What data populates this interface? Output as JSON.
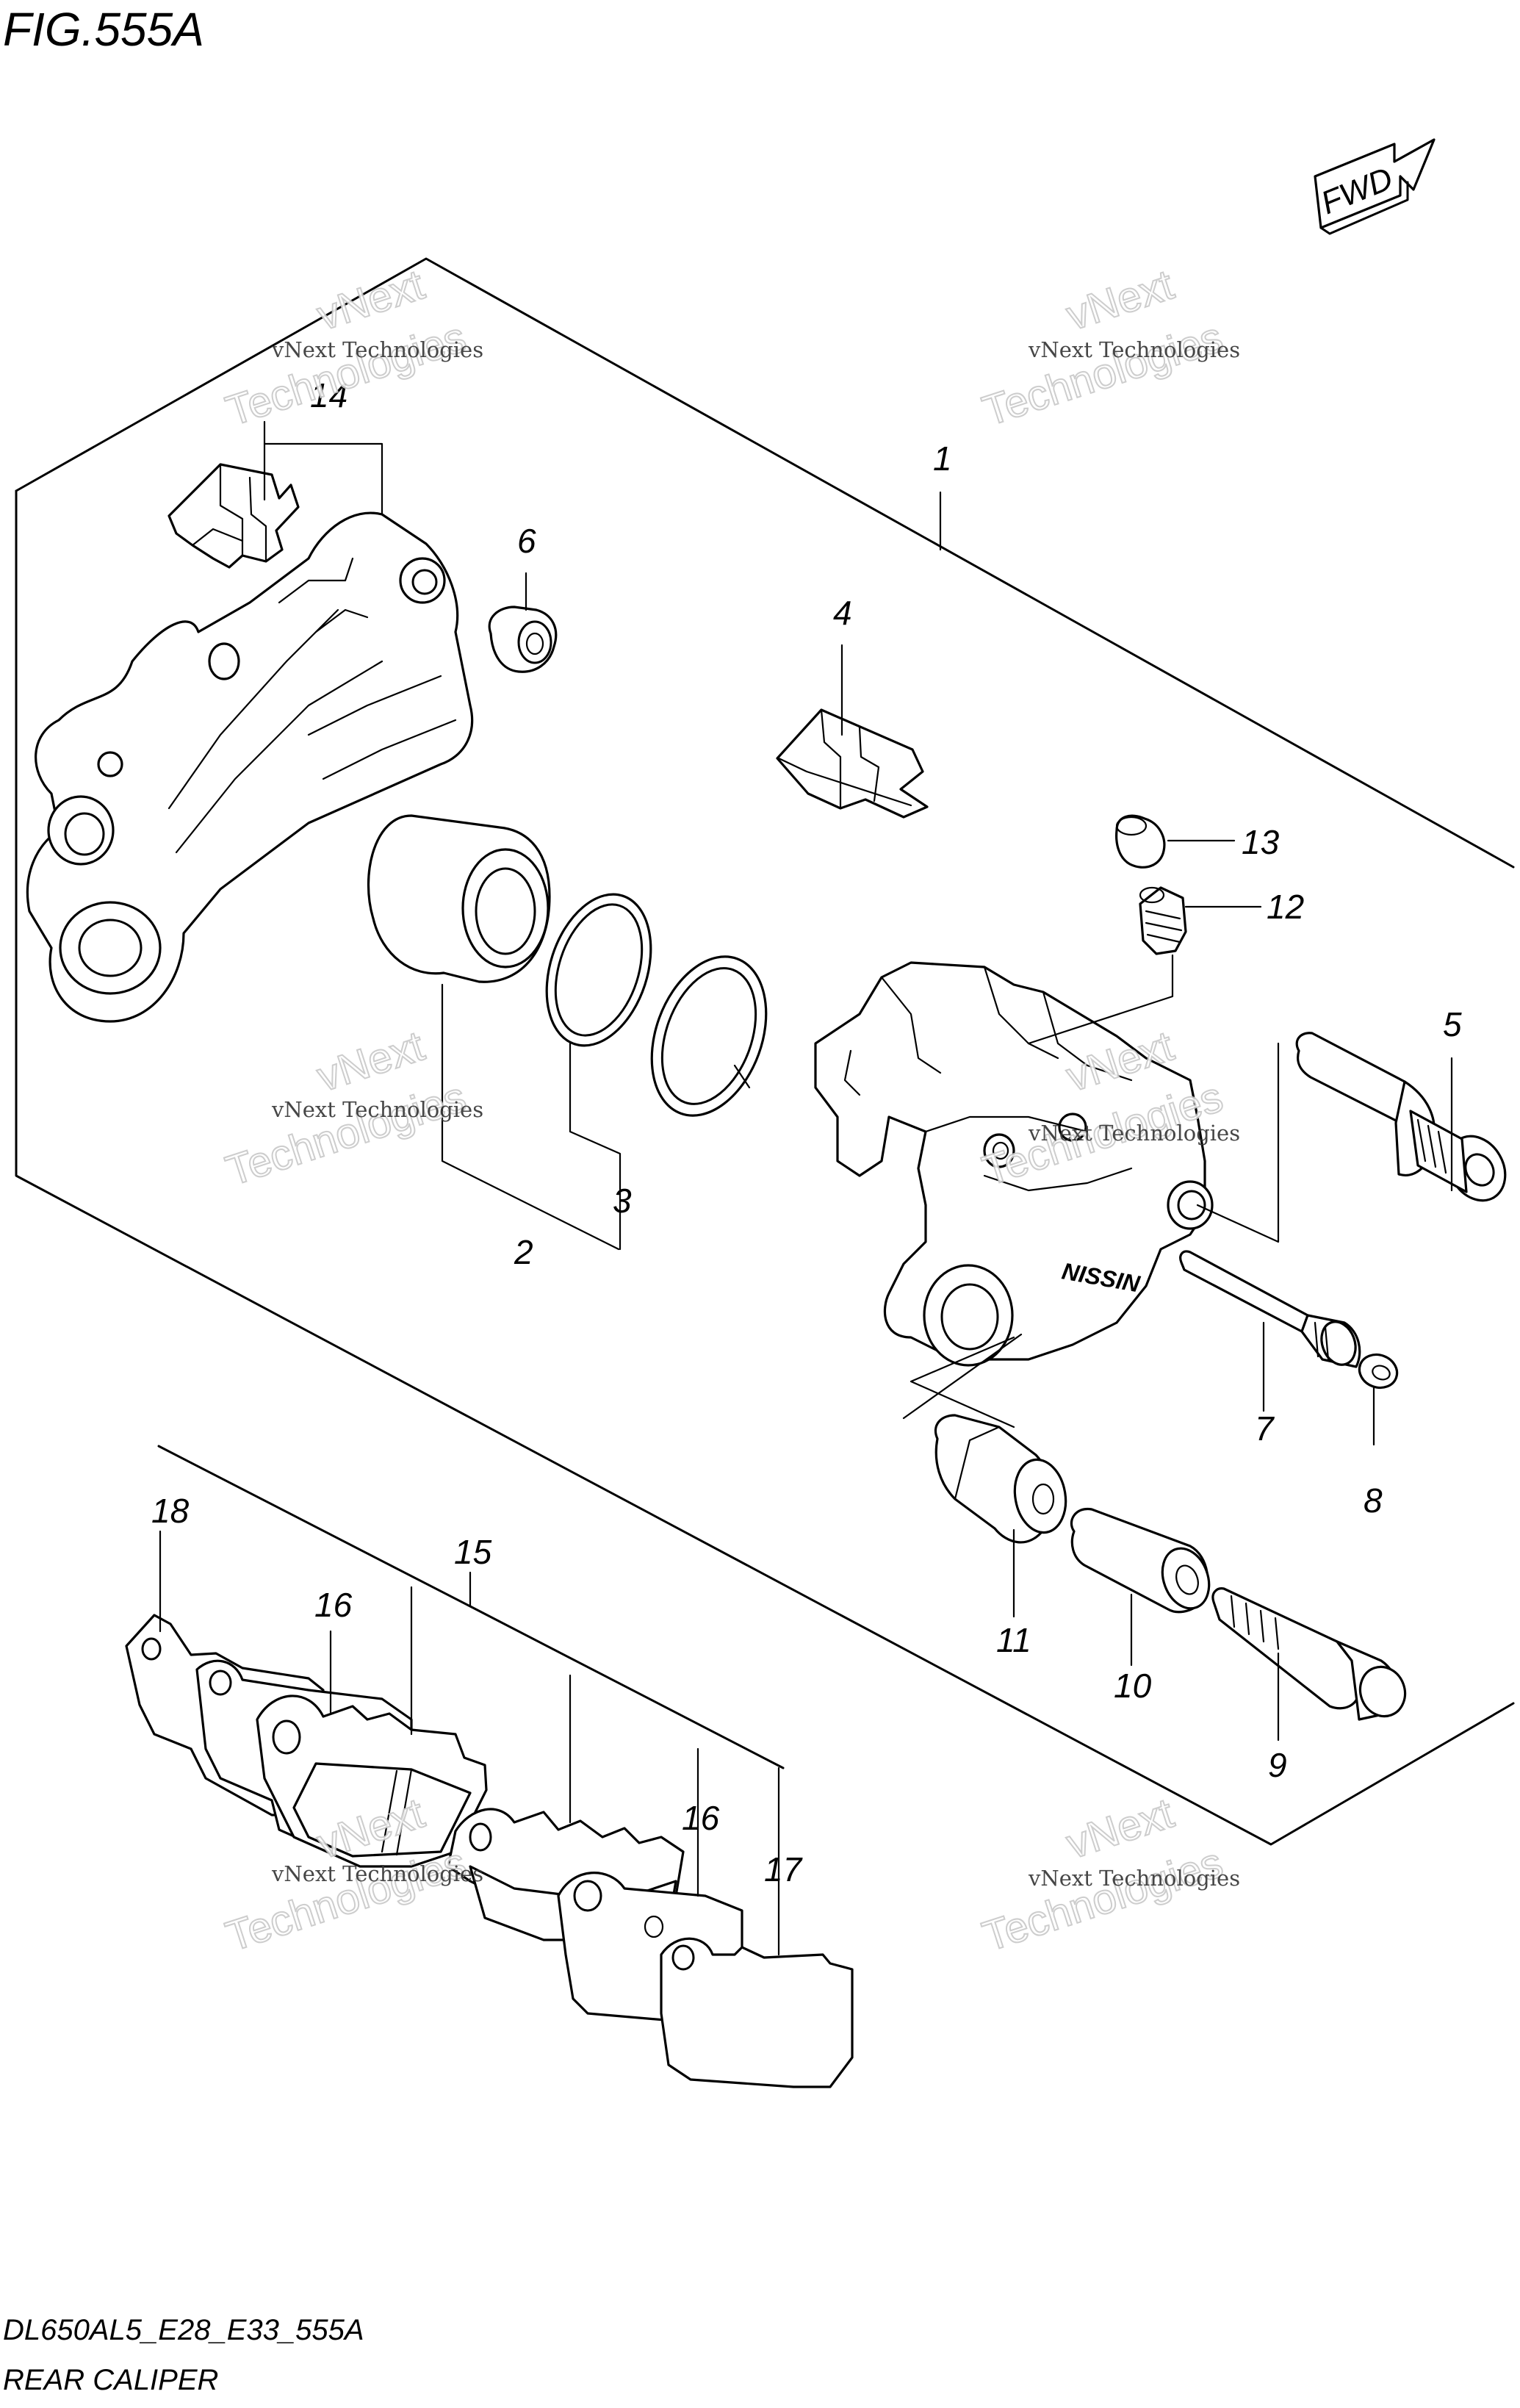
{
  "figure": {
    "title": "FIG.555A",
    "fwd_label": "FWD",
    "footer_code": "DL650AL5_E28_E33_555A",
    "footer_name": "REAR CALIPER"
  },
  "callouts": [
    "1",
    "2",
    "3",
    "4",
    "5",
    "6",
    "7",
    "8",
    "9",
    "10",
    "11",
    "12",
    "13",
    "14",
    "15",
    "16",
    "16",
    "17",
    "18"
  ],
  "watermark": {
    "line1": "vNext Technologies",
    "line2": "vNext",
    "line3": "Technologies"
  }
}
